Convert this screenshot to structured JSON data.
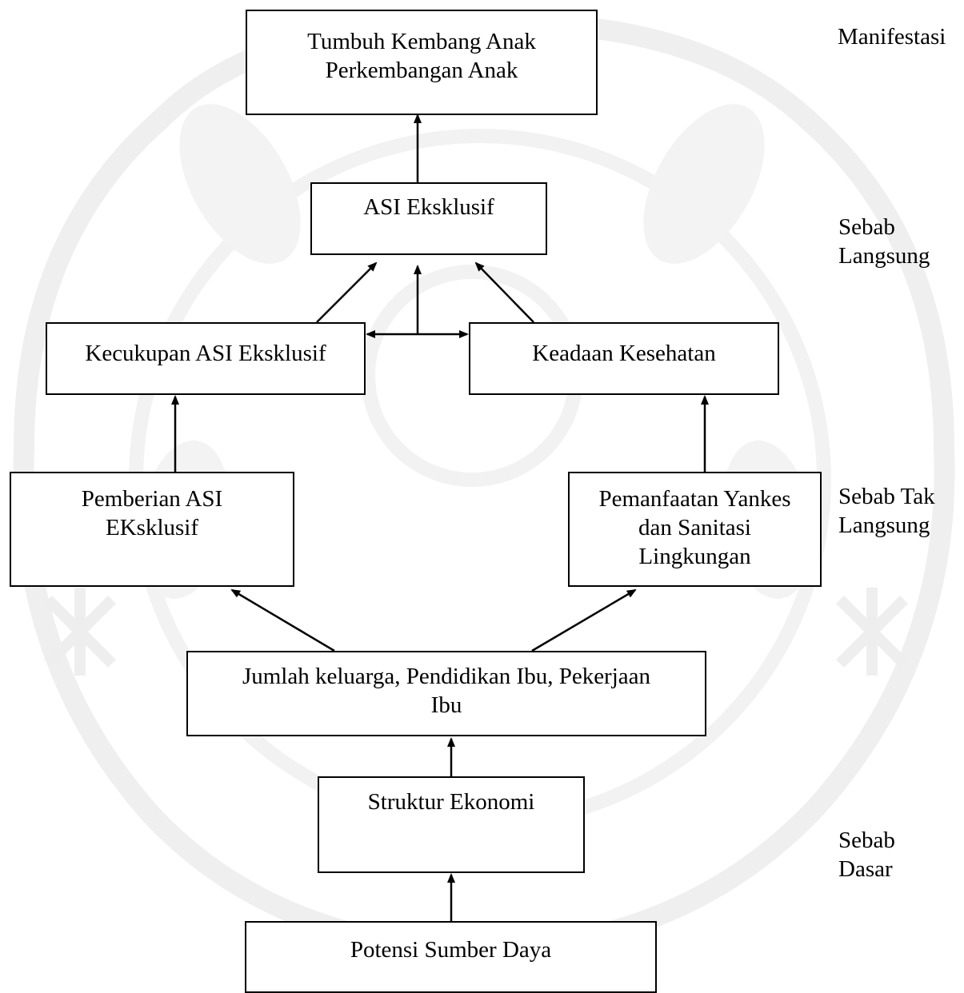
{
  "diagram": {
    "boxes": {
      "tumbuh": {
        "line1": "Tumbuh Kembang Anak",
        "line2": "Perkembangan Anak"
      },
      "asi": {
        "line1": "ASI Eksklusif"
      },
      "kecukupan": {
        "line1": "Kecukupan ASI Eksklusif"
      },
      "keadaan": {
        "line1": "Keadaan Kesehatan"
      },
      "pemberian": {
        "line1": "Pemberian ASI",
        "line2": "EKsklusif"
      },
      "pemanfaatan": {
        "line1": "Pemanfaatan Yankes",
        "line2": "dan Sanitasi",
        "line3": "Lingkungan"
      },
      "jumlah": {
        "line1": "Jumlah keluarga, Pendidikan Ibu, Pekerjaan",
        "line2": "Ibu"
      },
      "struktur": {
        "line1": "Struktur Ekonomi"
      },
      "potensi": {
        "line1": "Potensi Sumber Daya"
      }
    },
    "levels": {
      "manifestasi": {
        "line1": "Manifestasi"
      },
      "langsung": {
        "line1": "Sebab",
        "line2": "Langsung"
      },
      "tak_langsung": {
        "line1": "Sebab Tak",
        "line2": "Langsung"
      },
      "dasar": {
        "line1": "Sebab",
        "line2": "Dasar"
      }
    }
  }
}
